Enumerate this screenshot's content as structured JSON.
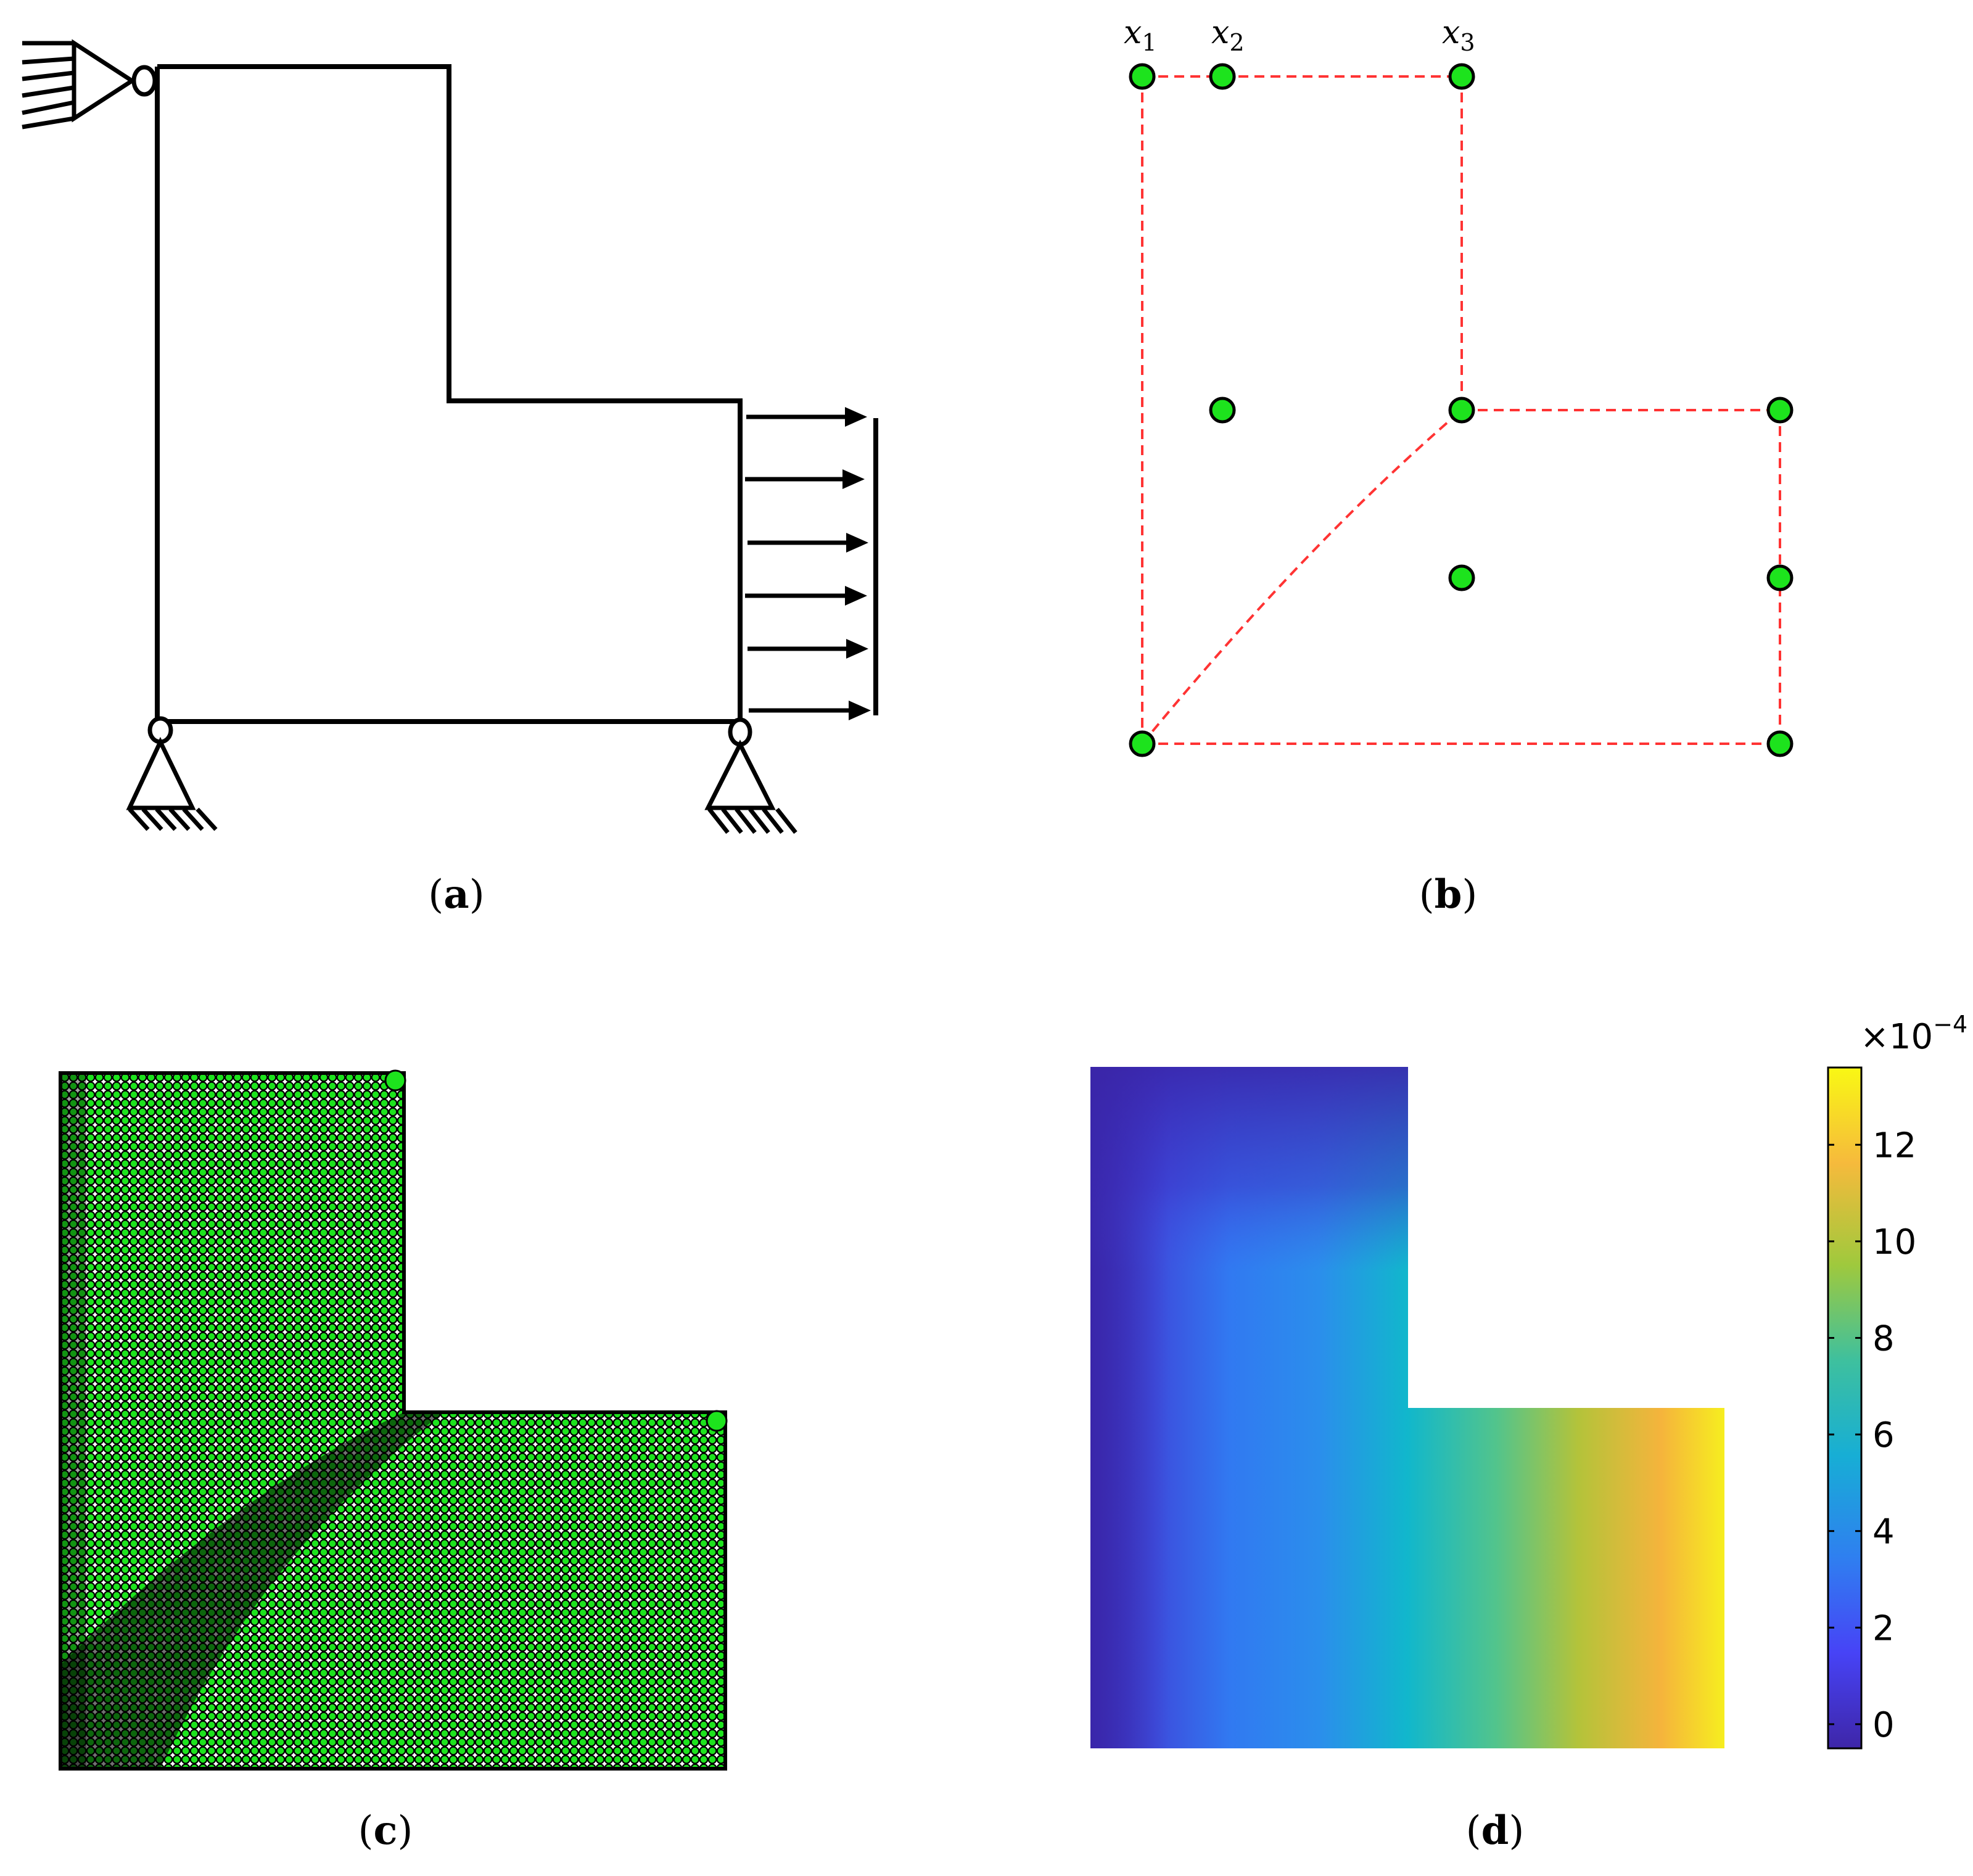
{
  "panels": {
    "a": {
      "caption_open": "(",
      "caption_letter": "a",
      "caption_close": ")"
    },
    "b": {
      "caption_open": "(",
      "caption_letter": "b",
      "caption_close": ")",
      "node_labels": [
        {
          "base": "x",
          "sub": "1"
        },
        {
          "base": "x",
          "sub": "2"
        },
        {
          "base": "x",
          "sub": "3"
        }
      ]
    },
    "c": {
      "caption_open": "(",
      "caption_letter": "c",
      "caption_close": ")"
    },
    "d": {
      "caption_open": "(",
      "caption_letter": "d",
      "caption_close": ")",
      "colorbar": {
        "exponent_prefix": "×10",
        "exponent": "−4",
        "ticks": [
          {
            "label": "0",
            "value": 0
          },
          {
            "label": "2",
            "value": 2
          },
          {
            "label": "4",
            "value": 4
          },
          {
            "label": "6",
            "value": 6
          },
          {
            "label": "8",
            "value": 8
          },
          {
            "label": "10",
            "value": 10
          },
          {
            "label": "12",
            "value": 12
          }
        ],
        "range": [
          -0.5,
          13.6
        ],
        "colormap": [
          "#3e26a8",
          "#4743f6",
          "#2f7ff0",
          "#17aed5",
          "#3ec09e",
          "#9fc93d",
          "#f6ba3c",
          "#f9f814"
        ]
      }
    }
  },
  "colors": {
    "node_fill": "#1de31d",
    "dashed_line": "#ff3333",
    "outline": "#000000"
  }
}
